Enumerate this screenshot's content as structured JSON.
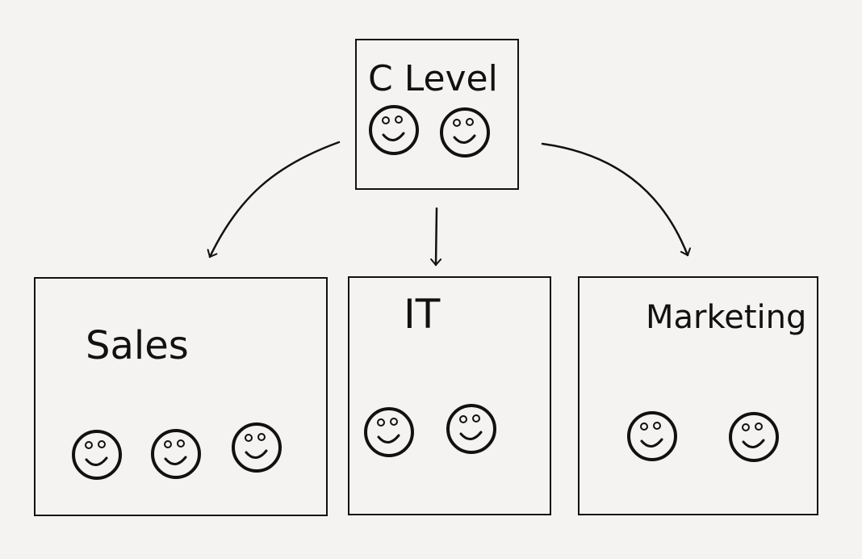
{
  "diagram": {
    "background": "#f4f3f1",
    "ink": "#111111",
    "top": {
      "label": "C Level",
      "faces": 2
    },
    "departments": [
      {
        "label": "Sales",
        "faces": 3
      },
      {
        "label": "IT",
        "faces": 2
      },
      {
        "label": "Marketing",
        "faces": 2
      }
    ]
  }
}
